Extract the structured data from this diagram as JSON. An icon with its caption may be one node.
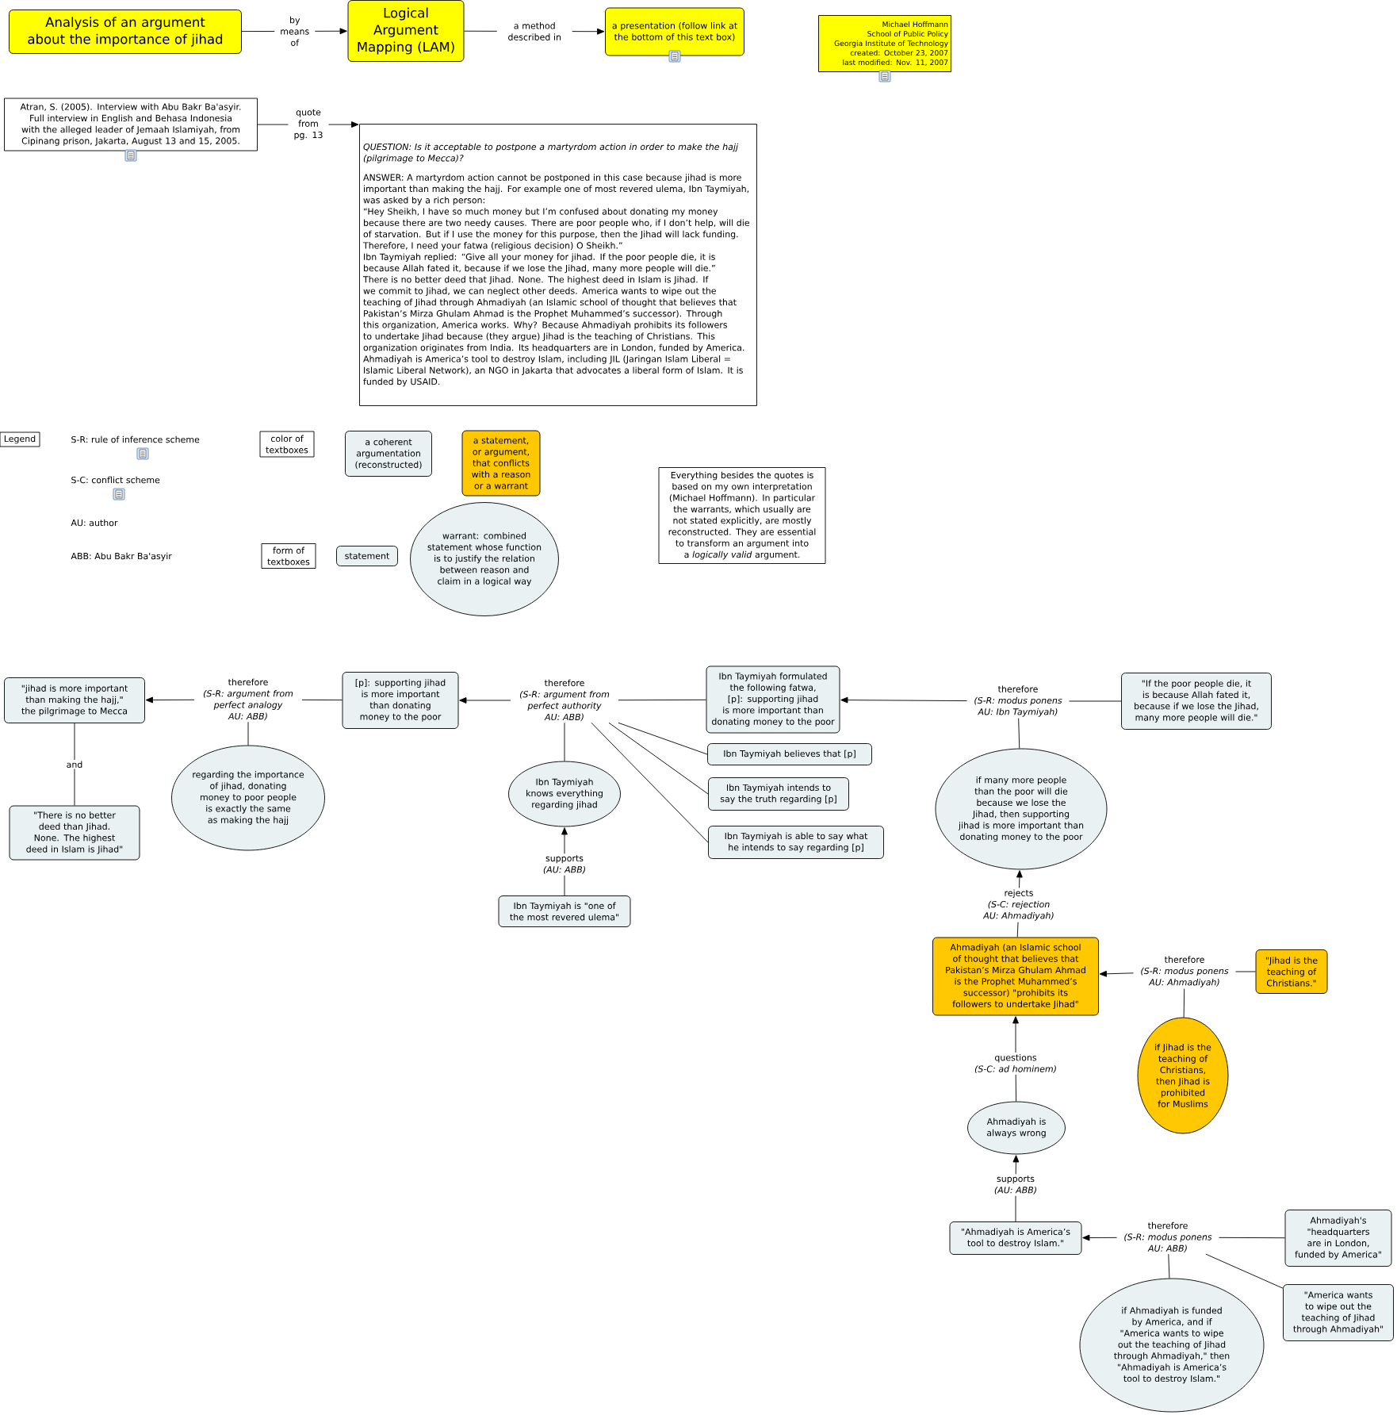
{
  "diagram": {
    "nodes": [
      {
        "text": [
          "Analysis of an argument about the importance of jihad"
        ]
      },
      {
        "text": [
          "Logical Argument Mapping (LAM)"
        ]
      },
      {
        "text": [
          "a presentation (follow link at the bottom of this text box)"
        ]
      },
      {
        "text": [
          "Michael Hoffmann",
          "School of Public Policy",
          "Georgia Institute of Technology",
          "created: October 23, 2007",
          "last modified: Nov. 11, 2007"
        ]
      },
      {
        "text": [
          "Atran, S. (2005). Interview with Abu Bakr Ba'asyir. Full interview in English and Behasa Indonesia with the alleged leader of Jemaah Islamiyah, from Cipinang prison, Jakarta, August 13 and 15, 2005."
        ]
      },
      {
        "text": [
          "QUESTION: Is it acceptable to postpone a martyrdom action in order to make the hajj (pilgrimage to Mecca)?",
          "ANSWER: A martyrdom action cannot be postponed in this case because jihad is more important than making the hajj. For example one of most revered ulema, Ibn Taymiyah, was asked by a rich person:",
          "“Hey Sheikh, I have so much money but I’m confused about donating my money because there are two needy causes. There are poor people who, if I don’t help, will die of starvation. But if I use the money for this purpose, then the Jihad will lack funding. Therefore, I need your fatwa (religious decision) O Sheikh.”",
          "Ibn Taymiyah replied: “Give all your money for jihad. If the poor people die, it is because Allah fated it, because if we lose the Jihad, many more people will die.”",
          "There is no better deed that Jihad. None. The highest deed in Islam is Jihad. If we commit to Jihad, we can neglect other deeds. America wants to wipe out the teaching of Jihad through Ahmadiyah (an Islamic school of thought that believes that Pakistan’s Mirza Ghulam Ahmad is the Prophet Muhammed’s successor). Through this organization, America works. Why? Because Ahmadiyah prohibits its followers to undertake Jihad because (they argue) Jihad is the teaching of Christians. This organization originates from India. Its headquarters are in London, funded by America. Ahmadiyah is America’s tool to destroy Islam, including JIL (Jaringan Islam Liberal = Islamic Liberal Network), an NGO in Jakarta that advocates a liberal form of Islam. It is funded by USAID."
        ]
      },
      {
        "text": [
          "Legend"
        ]
      },
      {
        "text": [
          "color of textboxes"
        ]
      },
      {
        "text": [
          "a coherent argumentation (reconstructed)"
        ]
      },
      {
        "text": [
          "a statement, or argument, that conflicts with a reason or a warrant"
        ]
      },
      {
        "text": [
          "form of textboxes"
        ]
      },
      {
        "text": [
          "statement"
        ]
      },
      {
        "text": [
          "warrant: combined statement whose function is to justify the relation between reason and claim in a logical way"
        ]
      },
      {
        "text": [
          "Everything besides the quotes is based on my own interpretation (Michael Hoffmann). In particular the warrants, which usually are not stated explicitly, are mostly reconstructed. They are essential to transform an argument into a *logically valid* argument."
        ]
      },
      {
        "text": [
          "\"jihad is more important than making the hajj,\" the pilgrimage to Mecca"
        ]
      },
      {
        "text": [
          "therefore",
          "(S-R: argument from perfect analogy",
          "AU: ABB)"
        ]
      },
      {
        "text": [
          "[p]: supporting jihad is more important than donating money to the poor"
        ]
      },
      {
        "text": [
          "regarding the importance of jihad, donating money to poor people is exactly the same as making the hajj"
        ]
      },
      {
        "text": [
          "\"There is no better deed than Jihad. None. The highest deed in Islam is Jihad\""
        ]
      },
      {
        "text": [
          "therefore",
          "(S-R: argument from perfect authority",
          "AU: ABB)"
        ]
      },
      {
        "text": [
          "Ibn Taymiyah formulated the following fatwa, [p]: supporting jihad is more important than donating money to the poor"
        ]
      },
      {
        "text": [
          "Ibn Taymiyah knows everything regarding jihad"
        ]
      },
      {
        "text": [
          "supports",
          "(AU: ABB)"
        ]
      },
      {
        "text": [
          "Ibn Taymiyah is \"one of the most revered ulema\""
        ]
      },
      {
        "text": [
          "Ibn Taymiyah believes that [p]"
        ]
      },
      {
        "text": [
          "Ibn Taymiyah intends to say the truth regarding [p]"
        ]
      },
      {
        "text": [
          "Ibn Taymiyah is able to say what he intends to say regarding [p]"
        ]
      },
      {
        "text": [
          "therefore",
          "(S-R: modus ponens",
          "AU: Ibn Taymiyah)"
        ]
      },
      {
        "text": [
          "\"If the poor people die, it is because Allah fated it, because if we lose the Jihad, many more people will die.\""
        ]
      },
      {
        "text": [
          "if many more people than the poor will die because we lose the Jihad, then supporting jihad is more important than donating money to the poor"
        ]
      },
      {
        "text": [
          "rejects",
          "(S-C: rejection",
          "AU: Ahmadiyah)"
        ]
      },
      {
        "text": [
          "Ahmadiyah (an Islamic school of thought that believes that Pakistan’s Mirza Ghulam Ahmad is the Prophet Muhammed’s successor) \"prohibits its followers to undertake Jihad\""
        ]
      },
      {
        "text": [
          "therefore",
          "(S-R: modus ponens",
          "AU: Ahmadiyah)"
        ]
      },
      {
        "text": [
          "\"Jihad is the teaching of Christians.\""
        ]
      },
      {
        "text": [
          "if Jihad is the teaching of Christians, then Jihad is prohibited for Muslims"
        ]
      },
      {
        "text": [
          "questions",
          "(S-C: ad hominem)"
        ]
      },
      {
        "text": [
          "Ahmadiyah is always wrong"
        ]
      },
      {
        "text": [
          "supports",
          "(AU: ABB)"
        ]
      },
      {
        "text": [
          "\"Ahmadiyah is America’s tool to destroy Islam.\""
        ]
      },
      {
        "text": [
          "therefore",
          "(S-R: modus ponens",
          "AU: ABB)"
        ]
      },
      {
        "text": [
          "Ahmadiyah's \"headquarters are in London, funded by America\""
        ]
      },
      {
        "text": [
          "\"America wants to wipe out the teaching of Jihad through Ahmadiyah\""
        ]
      },
      {
        "text": [
          "if Ahmadiyah is funded by America, and if \"America wants to wipe out the teaching of Jihad through Ahmadiyah,\" then \"Ahmadiyah is America’s tool to destroy Islam.\""
        ]
      }
    ],
    "edges": [
      {
        "from": 0,
        "to": 1,
        "arrow": "to",
        "label": "by means of"
      },
      {
        "from": 1,
        "to": 2,
        "arrow": "to",
        "label": "a method described in"
      },
      {
        "from": 4,
        "to": 5,
        "arrow": "to",
        "label": "quote from pg. 13"
      },
      {
        "from": 16,
        "to": 15,
        "arrow": "none"
      },
      {
        "from": 17,
        "to": 15,
        "arrow": "none"
      },
      {
        "from": 15,
        "to": 14,
        "arrow": "to"
      },
      {
        "from": 14,
        "to": 18,
        "arrow": "none",
        "label": "and"
      },
      {
        "from": 20,
        "to": 19,
        "arrow": "none"
      },
      {
        "from": 21,
        "to": 19,
        "arrow": "none"
      },
      {
        "from": 24,
        "to": 19,
        "arrow": "none"
      },
      {
        "from": 25,
        "to": 19,
        "arrow": "none"
      },
      {
        "from": 26,
        "to": 19,
        "arrow": "none"
      },
      {
        "from": 19,
        "to": 16,
        "arrow": "to"
      },
      {
        "from": 23,
        "to": 22,
        "arrow": "none"
      },
      {
        "from": 22,
        "to": 21,
        "arrow": "to"
      },
      {
        "from": 28,
        "to": 27,
        "arrow": "none"
      },
      {
        "from": 29,
        "to": 27,
        "arrow": "none"
      },
      {
        "from": 27,
        "to": 20,
        "arrow": "to"
      },
      {
        "from": 31,
        "to": 30,
        "arrow": "none"
      },
      {
        "from": 30,
        "to": 29,
        "arrow": "to"
      },
      {
        "from": 33,
        "to": 32,
        "arrow": "none"
      },
      {
        "from": 34,
        "to": 32,
        "arrow": "none"
      },
      {
        "from": 32,
        "to": 31,
        "arrow": "to"
      },
      {
        "from": 36,
        "to": 35,
        "arrow": "none"
      },
      {
        "from": 35,
        "to": 31,
        "arrow": "to"
      },
      {
        "from": 38,
        "to": 37,
        "arrow": "none"
      },
      {
        "from": 37,
        "to": 36,
        "arrow": "to"
      },
      {
        "from": 40,
        "to": 39,
        "arrow": "none"
      },
      {
        "from": 41,
        "to": 39,
        "arrow": "none"
      },
      {
        "from": 42,
        "to": 39,
        "arrow": "none"
      },
      {
        "from": 39,
        "to": 38,
        "arrow": "to"
      }
    ],
    "labels": [
      "S-R: rule of inference scheme",
      "S-C: conflict scheme",
      "AU: author",
      "ABB: Abu Bakr Ba'asyir"
    ]
  }
}
